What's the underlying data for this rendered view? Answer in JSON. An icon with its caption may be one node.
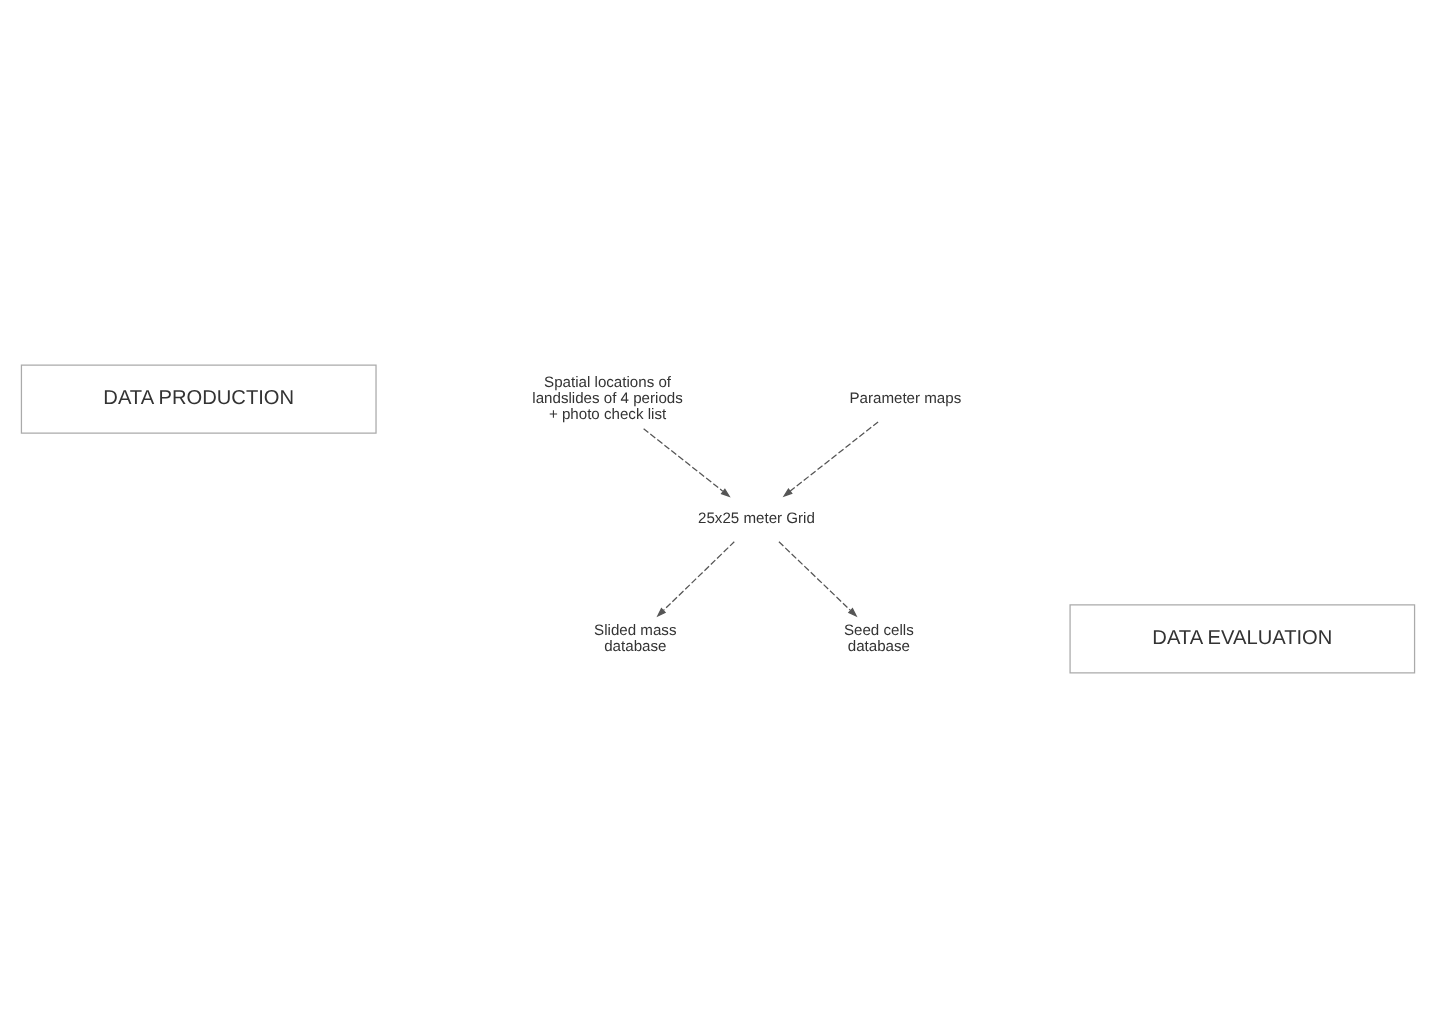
{
  "diagram": {
    "nodes": [
      {
        "text": [
          "DATA PRODUCTION"
        ]
      },
      {
        "text": [
          "Spatial locations of landslides of 4 periods + photo check list"
        ]
      },
      {
        "text": [
          "Parameter maps"
        ]
      },
      {
        "text": [
          "25x25 meter Grid"
        ]
      },
      {
        "text": [
          "Slided mass database"
        ]
      },
      {
        "text": [
          "Seed cells database"
        ]
      },
      {
        "text": [
          "DATA EVALUATION"
        ]
      }
    ],
    "edges": [
      {
        "from": 1,
        "to": 3,
        "arrow": "to",
        "style": "dashed"
      },
      {
        "from": 2,
        "to": 3,
        "arrow": "to",
        "style": "dashed"
      },
      {
        "from": 3,
        "to": 4,
        "arrow": "to",
        "style": "dashed"
      },
      {
        "from": 3,
        "to": 5,
        "arrow": "to",
        "style": "dashed"
      }
    ]
  }
}
